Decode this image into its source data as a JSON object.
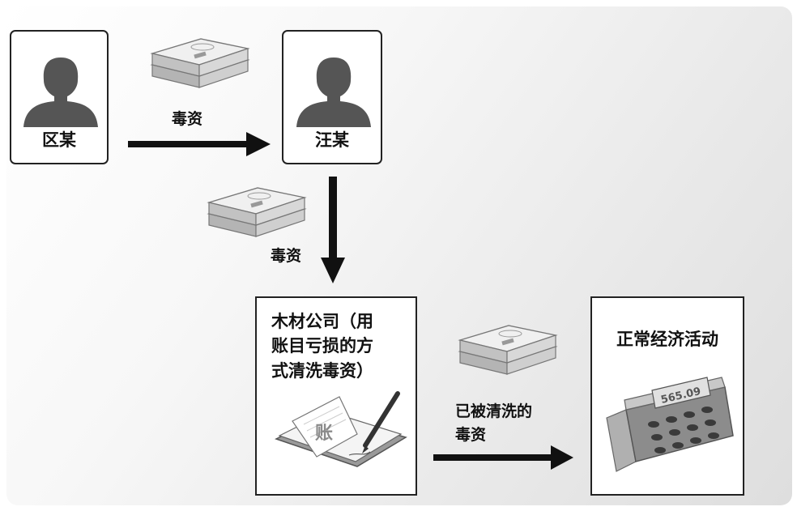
{
  "people": {
    "person_a": "区某",
    "person_b": "汪某"
  },
  "edges": {
    "transfer_1": "毒资",
    "transfer_2": "毒资",
    "transfer_3": [
      "已被清洗的",
      "毒资"
    ]
  },
  "company": {
    "lines": [
      "木材公司（用",
      "账目亏损的方",
      "式清洗毒资）"
    ],
    "ledger_glyph": "账"
  },
  "economy": {
    "title": "正常经济活动",
    "register_display": "565.09"
  },
  "colors": {
    "line": "#111111",
    "silhouette": "#555555",
    "money": "#bdbdbd"
  },
  "icons": [
    "person-silhouette-icon",
    "cash-stack-icon",
    "ledger-pen-icon",
    "cash-register-icon"
  ]
}
